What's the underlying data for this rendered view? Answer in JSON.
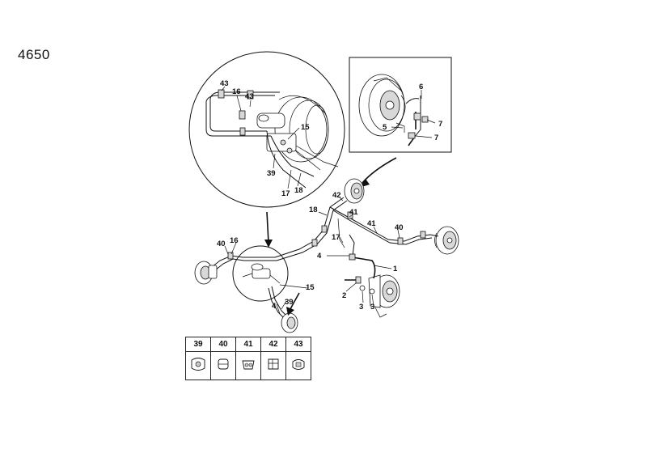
{
  "diagram": {
    "title": "4650",
    "callouts": [
      {
        "id": "c43a",
        "text": "43"
      },
      {
        "id": "c16a",
        "text": "16"
      },
      {
        "id": "c43b",
        "text": "43"
      },
      {
        "id": "c15a",
        "text": "15"
      },
      {
        "id": "c39a",
        "text": "39"
      },
      {
        "id": "c17a",
        "text": "17"
      },
      {
        "id": "c18a",
        "text": "18"
      },
      {
        "id": "c6",
        "text": "6"
      },
      {
        "id": "c5",
        "text": "5"
      },
      {
        "id": "c7a",
        "text": "7"
      },
      {
        "id": "c7b",
        "text": "7"
      },
      {
        "id": "c42",
        "text": "42"
      },
      {
        "id": "c18b",
        "text": "18"
      },
      {
        "id": "c41a",
        "text": "41"
      },
      {
        "id": "c41b",
        "text": "41"
      },
      {
        "id": "c40a",
        "text": "40"
      },
      {
        "id": "c17b",
        "text": "17"
      },
      {
        "id": "c4a",
        "text": "4"
      },
      {
        "id": "c1",
        "text": "1"
      },
      {
        "id": "c40b",
        "text": "40"
      },
      {
        "id": "c16b",
        "text": "16"
      },
      {
        "id": "c15b",
        "text": "15"
      },
      {
        "id": "c2",
        "text": "2"
      },
      {
        "id": "c3a",
        "text": "3"
      },
      {
        "id": "c3b",
        "text": "3"
      },
      {
        "id": "c39b",
        "text": "39"
      },
      {
        "id": "c4b",
        "text": "4"
      }
    ]
  },
  "legend": {
    "items": [
      {
        "label": "39",
        "icon": "clip-39-icon"
      },
      {
        "label": "40",
        "icon": "clip-40-icon"
      },
      {
        "label": "41",
        "icon": "clip-41-icon"
      },
      {
        "label": "42",
        "icon": "clip-42-icon"
      },
      {
        "label": "43",
        "icon": "clip-43-icon"
      }
    ]
  }
}
